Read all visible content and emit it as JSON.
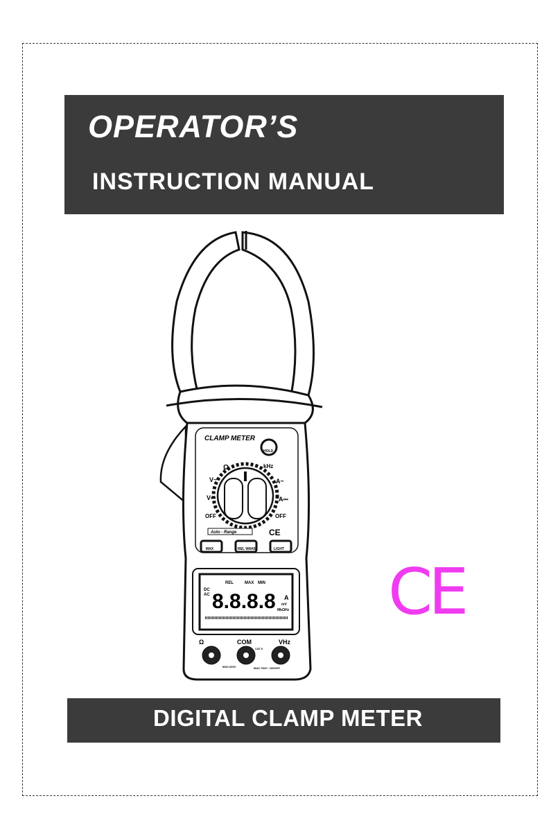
{
  "cover": {
    "title_line1": "OPERATOR’S",
    "title_line2": "INSTRUCTION MANUAL",
    "product_title": "DIGITAL CLAMP METER",
    "ce_mark": "CE",
    "ce_color": "#f03cf0"
  },
  "meter": {
    "brand_label": "CLAMP METER",
    "hold_button": "HOLD",
    "dial_labels": [
      "Ω",
      "kHz",
      "V~",
      "V⎓",
      "A~",
      "A⎓",
      "OFF",
      "OFF"
    ],
    "auto_range": "Auto - Range",
    "ce_small": "CE",
    "buttons": [
      "MAX",
      "REL WAKE",
      "LIGHT"
    ],
    "display": {
      "indicators_top": [
        "REL",
        "MAX",
        "MIN"
      ],
      "left": [
        "DC",
        "AC"
      ],
      "digits": "8.8.8.8",
      "units": [
        "A",
        "mV",
        "MkΩHz"
      ]
    },
    "jacks": {
      "left": "Ω",
      "center": "COM",
      "right": "VHz",
      "cat": "CAT II",
      "max_left": "MAX 600V",
      "max_right": "MAX 750V~ 1000V⎓"
    }
  }
}
